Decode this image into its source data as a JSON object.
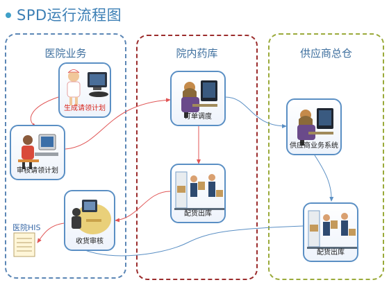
{
  "page": {
    "title": "SPD运行流程图",
    "accent": "#3fa0c8",
    "title_color": "#3c7fb5"
  },
  "lanes": [
    {
      "id": "hospital",
      "title": "医院业务",
      "border_color": "#5b86b5"
    },
    {
      "id": "pharmacy",
      "title": "院内药库",
      "border_color": "#9b2c2c"
    },
    {
      "id": "supplier",
      "title": "供应商总仓",
      "border_color": "#9aaa3a"
    }
  ],
  "nodes": {
    "generate_plan": {
      "label": "生成请领计划",
      "icon": "nurse-computer-icon"
    },
    "review_plan": {
      "label": "审核请领计划",
      "icon": "clerk-computer-icon"
    },
    "receive_review": {
      "label": "收货审核",
      "icon": "desk-computer-icon"
    },
    "order_dispatch": {
      "label": "订单调度",
      "icon": "operator-computer-icon"
    },
    "pharmacy_picking": {
      "label": "配货出库",
      "icon": "warehouse-workers-icon"
    },
    "supplier_system": {
      "label": "供应商业务系统",
      "icon": "operator-computer-icon"
    },
    "supplier_picking": {
      "label": "配货出库",
      "icon": "warehouse-workers-icon"
    }
  },
  "his": {
    "label": "医院HIS",
    "icon": "document-icon"
  },
  "colors": {
    "red_arrow": "#e05555",
    "blue_arrow": "#5a8fc4",
    "red_label": "#d8261d"
  }
}
